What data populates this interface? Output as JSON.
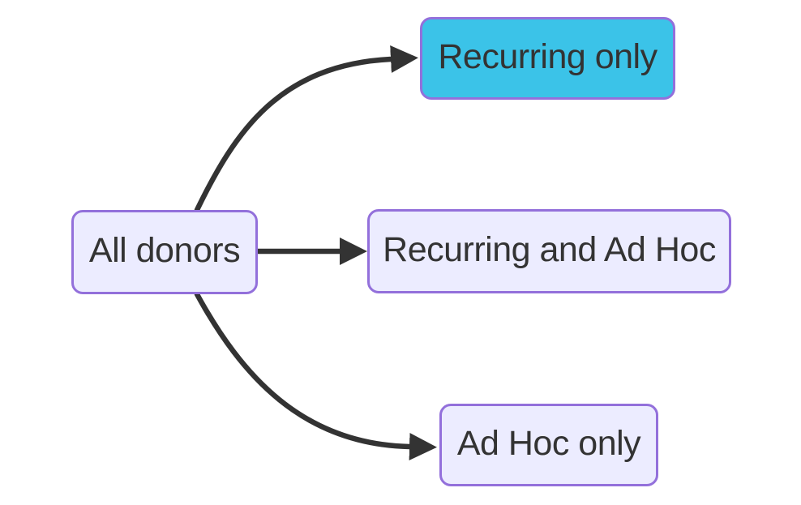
{
  "diagram": {
    "type": "flowchart",
    "direction": "left-to-right",
    "background_color": "#ffffff",
    "edge_color": "#333333",
    "text_color": "#333333",
    "node_border_color": "#9370db",
    "node_fill_color": "#ececff",
    "highlight_fill_color": "#3bc3e8",
    "nodes": [
      {
        "id": "all-donors",
        "label": "All donors",
        "highlighted": false
      },
      {
        "id": "recurring-only",
        "label": "Recurring only",
        "highlighted": true
      },
      {
        "id": "recurring-and-ad-hoc",
        "label": "Recurring and Ad Hoc",
        "highlighted": false
      },
      {
        "id": "ad-hoc-only",
        "label": "Ad Hoc only",
        "highlighted": false
      }
    ],
    "edges": [
      {
        "from": "All donors",
        "to": "Recurring only"
      },
      {
        "from": "All donors",
        "to": "Recurring and Ad Hoc"
      },
      {
        "from": "All donors",
        "to": "Ad Hoc only"
      }
    ]
  }
}
